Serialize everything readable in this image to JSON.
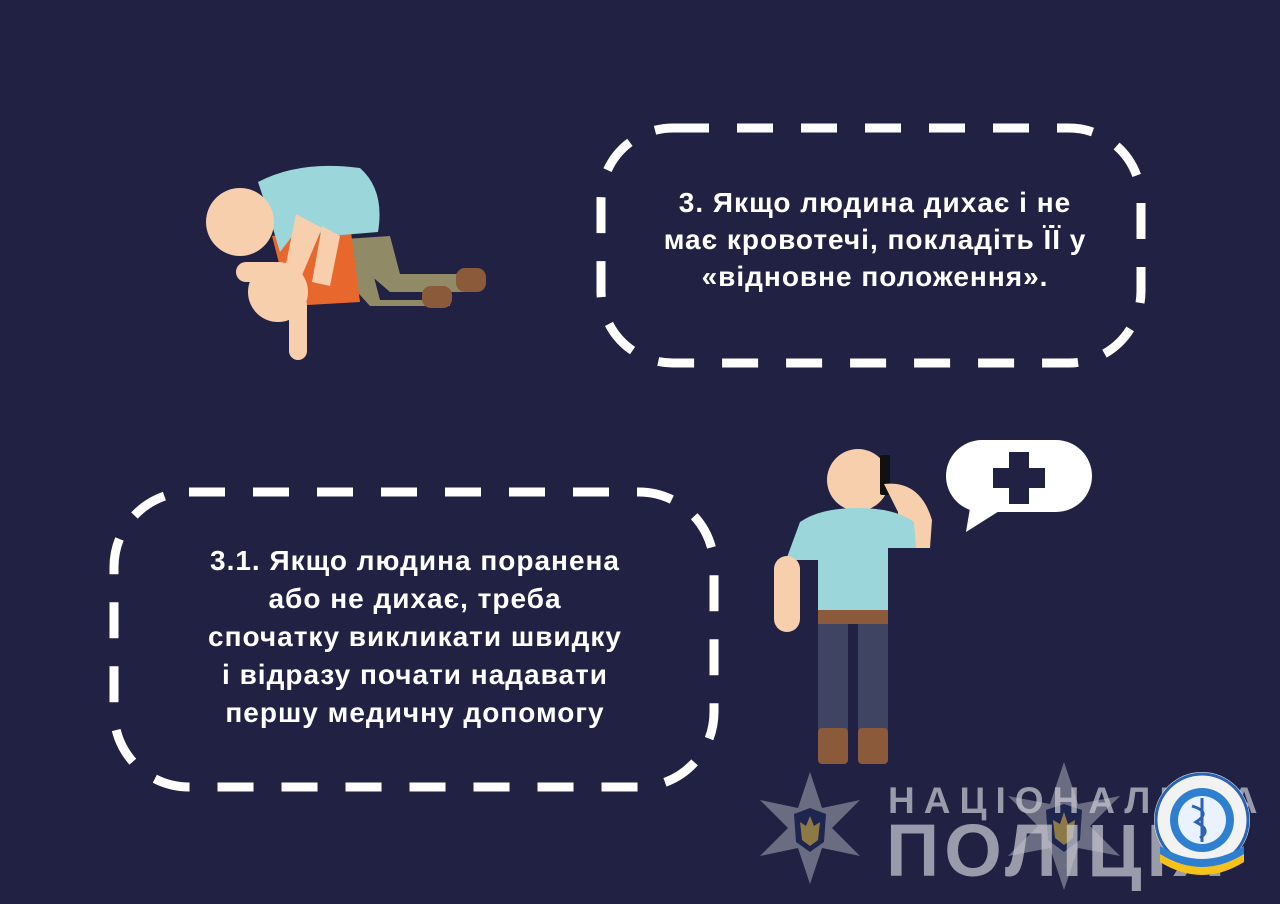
{
  "step3": {
    "lines": [
      "3. Якщо людина дихає і не",
      "має кровотечі, покладіть ЇЇ у",
      "«відновне положення»."
    ]
  },
  "step31": {
    "lines": [
      "3.1. Якщо людина поранена",
      "або не дихає, треба",
      "спочатку викликати швидку",
      "і відразу почати надавати",
      "першу медичну допомогу"
    ]
  },
  "logo": {
    "line1": "НАЦІОНАЛЬНА",
    "line2": "ПОЛІЦІЯ"
  },
  "colors": {
    "background": "#202143",
    "skin": "#f7cfad",
    "shirt": "#9ad6da",
    "pants_dark": "#3f4463",
    "pants_khaki": "#918a66",
    "shoes": "#8b5a3b",
    "orange": "#e8672c"
  },
  "icons": {
    "recovery_position": "recovery-position-illustration",
    "caller": "person-calling-illustration",
    "speech_bubble": "speech-bubble-medical-cross-icon",
    "police_star": "police-star-emblem-icon",
    "institution_seal": "institution-seal-emblem-icon"
  }
}
